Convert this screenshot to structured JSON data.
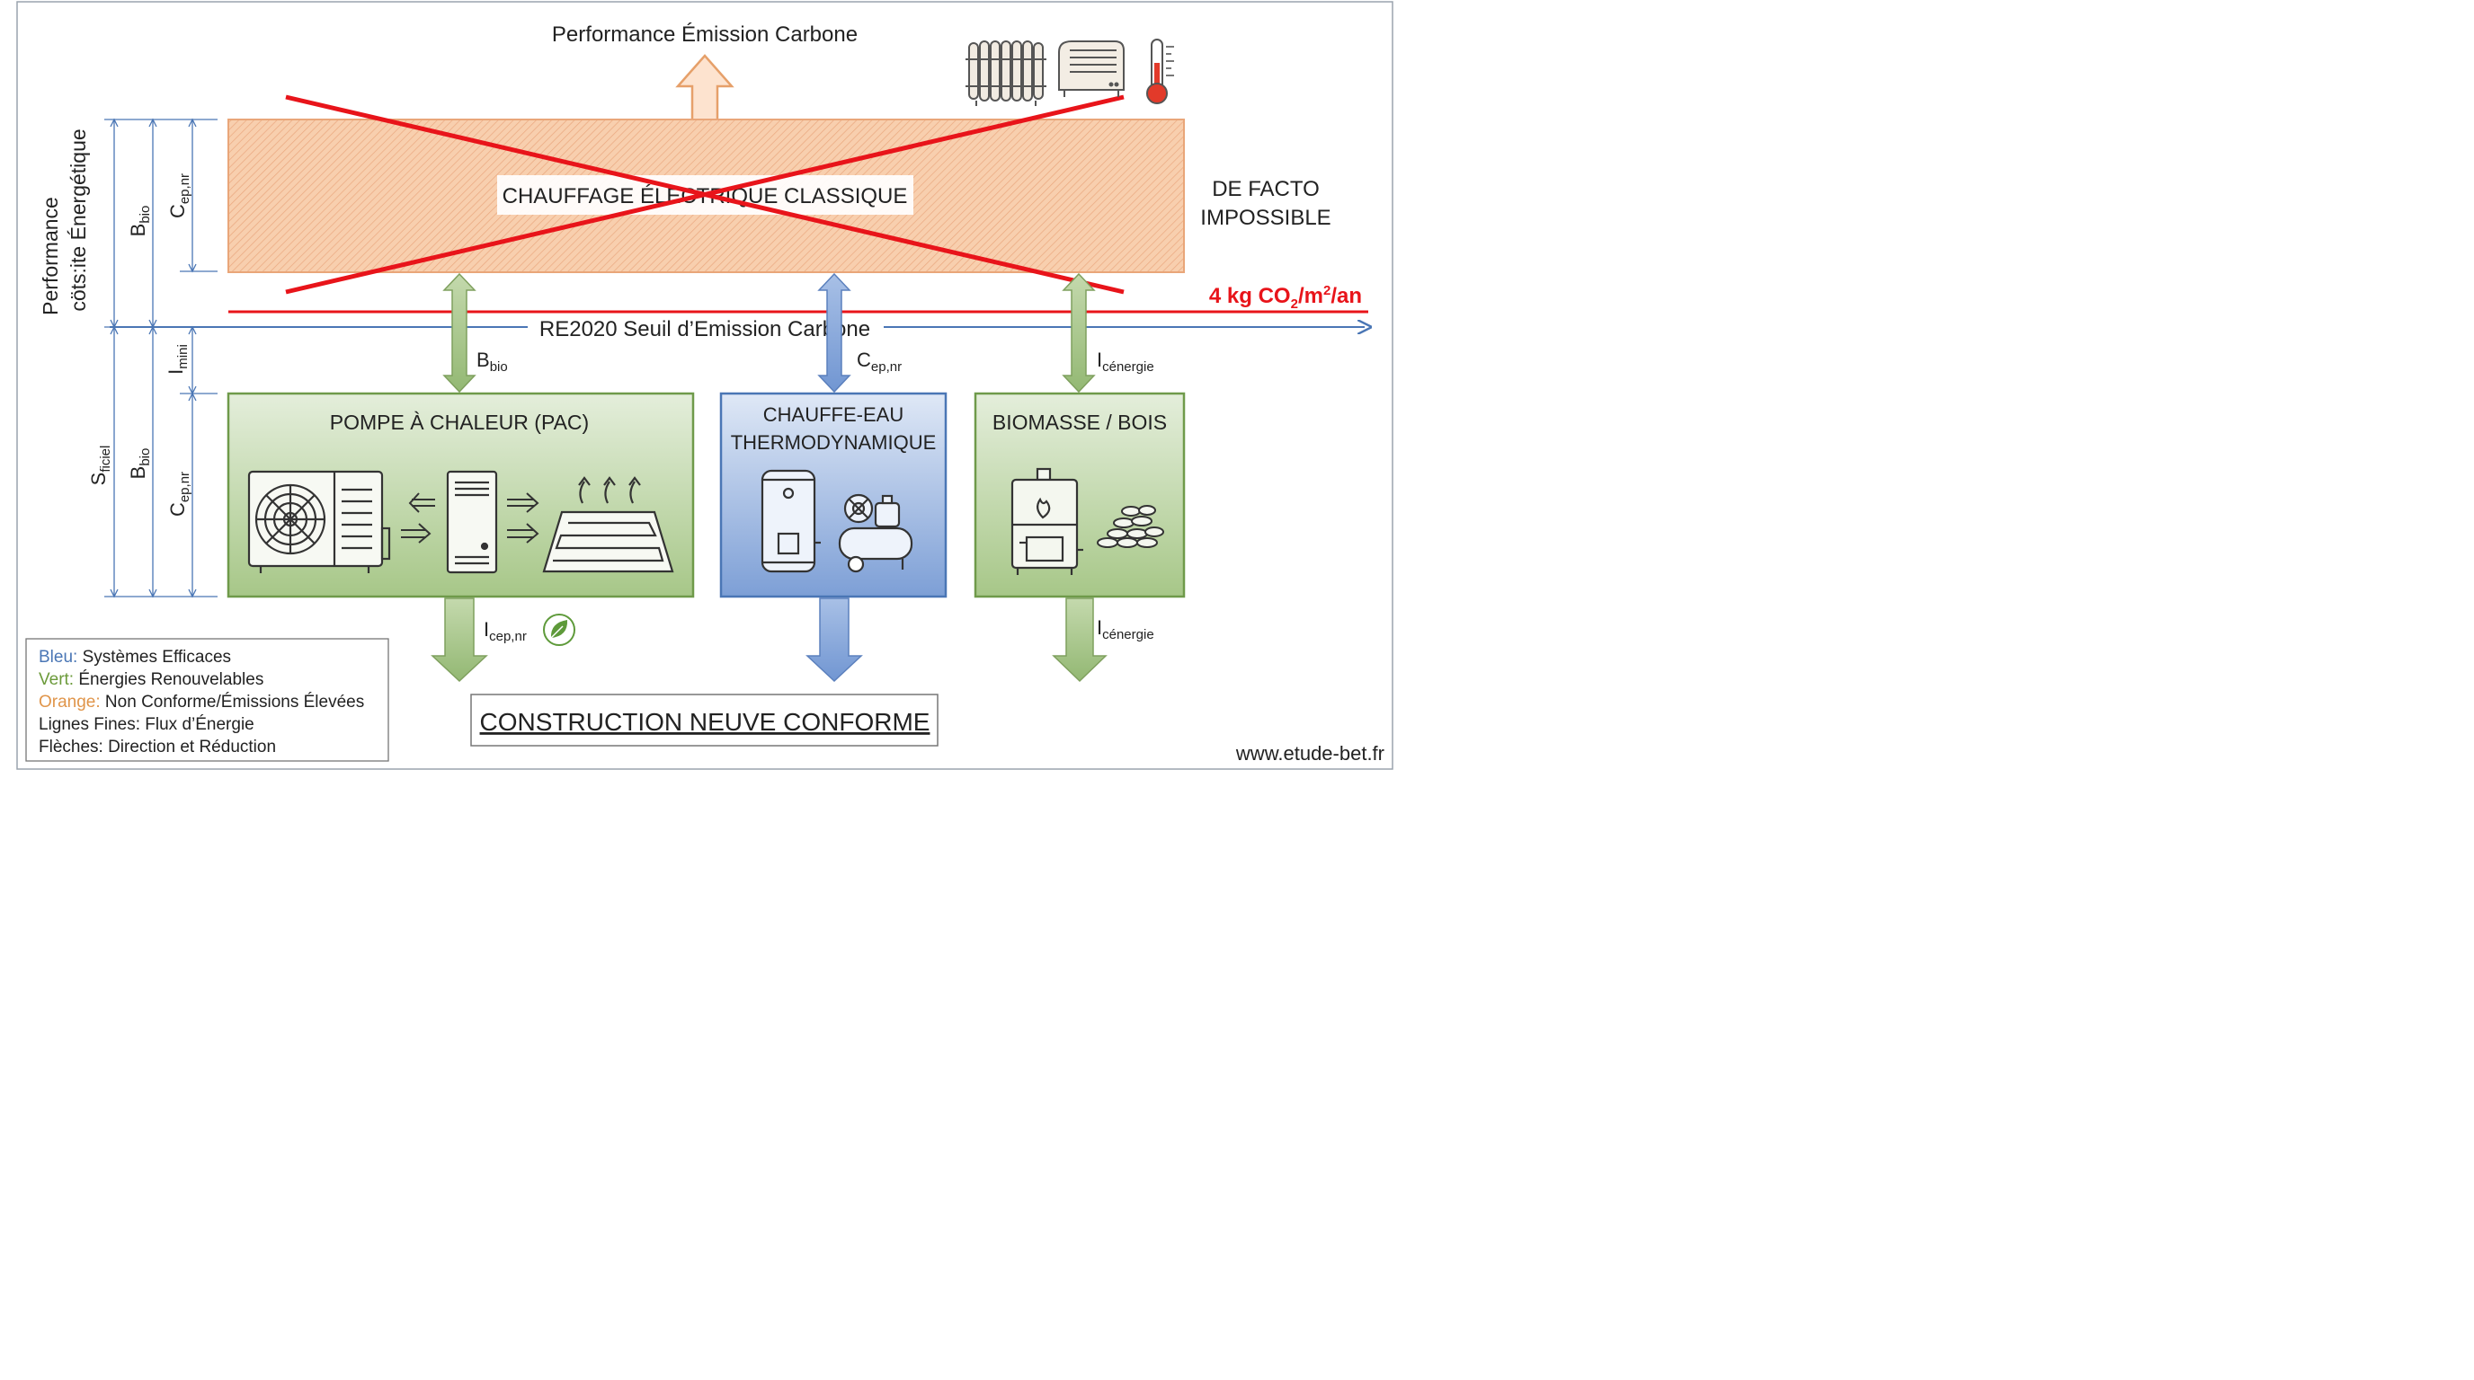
{
  "title": "Performance Émission Carbone",
  "top_box": {
    "label": "CHAUFFAGE ÉLECTRIQUE CLASSIQUE"
  },
  "side_note": {
    "line1": "DE FACTO",
    "line2": "IMPOSSIBLE"
  },
  "threshold": {
    "value_prefix": "4 kg CO",
    "value_sub1": "2",
    "value_mid": "/m",
    "value_sup": "2",
    "value_suffix": "/an",
    "axis_label": "RE2020 Seuil d’Emission Carbone"
  },
  "left_axis": {
    "line1": "Performance",
    "line2": "cöts:ite Énergétique"
  },
  "dims": {
    "bbio": {
      "base": "B",
      "sub": "bio"
    },
    "cep": {
      "base": "C",
      "sub": "ep,nr"
    },
    "imini": {
      "base": "I",
      "sub": "mini"
    },
    "sficiel": {
      "base": "S",
      "sub": "ficiel"
    }
  },
  "arrow_labels": {
    "pac_up": {
      "base": "B",
      "sub": "bio"
    },
    "chauffe_up": {
      "base": "C",
      "sub": "ep,nr"
    },
    "bio_up": {
      "base": "I",
      "sub": "cénergie"
    },
    "pac_down": {
      "base": "I",
      "sub": "cep,nr"
    },
    "bio_down": {
      "base": "I",
      "sub": "cénergie"
    }
  },
  "boxes": {
    "pac": {
      "title": "POMPE À CHALEUR (PAC)"
    },
    "chauffe": {
      "line1": "CHAUFFE-EAU",
      "line2": "THERMODYNAMIQUE"
    },
    "biomasse": {
      "title": "BIOMASSE / BOIS"
    }
  },
  "result": {
    "label": "CONSTRUCTION NEUVE CONFORME"
  },
  "legend": {
    "items": [
      {
        "key": "Bleu:",
        "text": " Systèmes Efficaces",
        "color": "#4a76b5"
      },
      {
        "key": "Vert:",
        "text": " Énergies Renouvelables",
        "color": "#6b9a3a"
      },
      {
        "key": "Orange:",
        "text": " Non Conforme/Émissions Élevées",
        "color": "#e0954a"
      },
      {
        "key": "",
        "text": "Lignes Fines: Flux d’Énergie",
        "color": "#222222"
      },
      {
        "key": "",
        "text": "Flèches: Direction et Réduction",
        "color": "#222222"
      }
    ]
  },
  "website": "www.etude-bet.fr",
  "colors": {
    "orange_box": "#f6c9a6",
    "green_box": "#a9c98a",
    "blue_box": "#7ea1d8",
    "red": "#e8141a",
    "axis_blue": "#4a76b5"
  },
  "icons": [
    "radiator-icon",
    "convector-heater-icon",
    "thermometer-icon",
    "outdoor-unit-icon",
    "indoor-unit-icon",
    "floor-heating-icon",
    "water-tank-icon",
    "compressor-icon",
    "wood-stove-icon",
    "wood-logs-icon",
    "leaf-icon"
  ]
}
